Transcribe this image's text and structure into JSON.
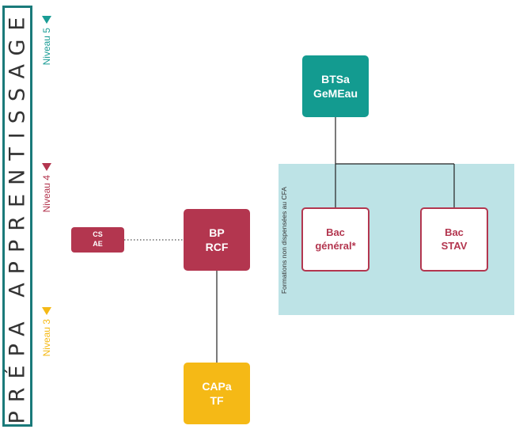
{
  "sidebar": {
    "title": "PRÉPA APPRENTISSAGE"
  },
  "levels": [
    {
      "label": "Niveau 5",
      "color": "#1a9c95"
    },
    {
      "label": "Niveau 4",
      "color": "#b3364f"
    },
    {
      "label": "Niveau 3",
      "color": "#f5b916"
    }
  ],
  "zone": {
    "label": "Formations non dispensées au CFA",
    "color": "#bde3e6"
  },
  "nodes": {
    "btsa": {
      "line1": "BTSa",
      "line2": "GeMEau"
    },
    "bp": {
      "line1": "BP",
      "line2": "RCF"
    },
    "capa": {
      "line1": "CAPa",
      "line2": "TF"
    },
    "csae": {
      "line1": "CS",
      "line2": "AE"
    },
    "bac_general": {
      "line1": "Bac",
      "line2": "général*"
    },
    "bac_stav": {
      "line1": "Bac",
      "line2": "STAV"
    }
  }
}
